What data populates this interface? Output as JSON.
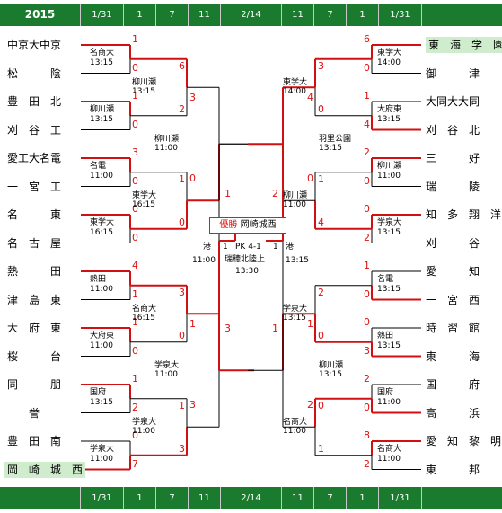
{
  "header": {
    "year": "2015",
    "dates": [
      "1/31",
      "1",
      "7",
      "11",
      "2/14",
      "11",
      "7",
      "1",
      "1/31"
    ]
  },
  "footer": {
    "dates": [
      "1/31",
      "1",
      "7",
      "11",
      "2/14",
      "11",
      "7",
      "1",
      "1/31"
    ]
  },
  "champion": {
    "prefix": "優勝",
    "team": "岡崎城西"
  },
  "final": {
    "pk": "PK 4-1",
    "venue": "瑞穂北陸上",
    "time": "13:30",
    "left_score": "1",
    "right_score": "1",
    "left_semi": {
      "venue": "港",
      "time": "11:00"
    },
    "right_semi": {
      "venue": "港",
      "time": "13:15"
    }
  },
  "left_teams": [
    "中京大中京",
    "松　　　陰",
    "豊　田　北",
    "刈　谷　工",
    "愛工大名電",
    "一　宮　工",
    "名　　　東",
    "名　古　屋",
    "熱　　　田",
    "津　島　東",
    "大　府　東",
    "桜　　　台",
    "同　　　朋",
    "　　誉",
    "豊　田　南",
    "岡　崎　城　西"
  ],
  "right_teams": [
    "東　海　学　園",
    "御　　　津",
    "大同大大同",
    "刈　谷　北",
    "三　　　好",
    "瑞　　　陵",
    "知　多　翔　洋",
    "刈　　　谷",
    "愛　　　知",
    "一　宮　西",
    "時　習　館",
    "東　　　海",
    "国　　　府",
    "高　　　浜",
    "愛　知　黎　明",
    "東　　　邦"
  ],
  "left_labels": [
    {
      "v": "名商大",
      "t": "13:15"
    },
    {
      "v": "柳川瀬",
      "t": "13:15"
    },
    {
      "v": "名電",
      "t": "11:00"
    },
    {
      "v": "東学大",
      "t": "16:15"
    },
    {
      "v": "熱田",
      "t": "11:00"
    },
    {
      "v": "大府東",
      "t": "11:00"
    },
    {
      "v": "国府",
      "t": "13:15"
    },
    {
      "v": "学泉大",
      "t": "11:00"
    },
    {
      "v": "柳川瀬",
      "t": "13:15"
    },
    {
      "v": "東学大",
      "t": "16:15"
    },
    {
      "v": "名商大",
      "t": "16:15"
    },
    {
      "v": "学泉大",
      "t": "11:00"
    },
    {
      "v": "柳川瀬",
      "t": "11:00"
    },
    {
      "v": "学泉大",
      "t": "11:00"
    }
  ],
  "right_labels": [
    {
      "v": "東学大",
      "t": "14:00"
    },
    {
      "v": "大府東",
      "t": "13:15"
    },
    {
      "v": "柳川瀬",
      "t": "11:00"
    },
    {
      "v": "学泉大",
      "t": "13:15"
    },
    {
      "v": "名電",
      "t": "13:15"
    },
    {
      "v": "熱田",
      "t": "13:15"
    },
    {
      "v": "国府",
      "t": "11:00"
    },
    {
      "v": "名商大",
      "t": "11:00"
    },
    {
      "v": "東学大",
      "t": "14:00"
    },
    {
      "v": "柳川瀬",
      "t": "11:00"
    },
    {
      "v": "学泉大",
      "t": "13:15"
    },
    {
      "v": "名商大",
      "t": "11:00"
    },
    {
      "v": "羽里公園",
      "t": "13:15"
    },
    {
      "v": "柳川瀬",
      "t": "13:15"
    }
  ],
  "left_scores": {
    "r1": [
      "1",
      "0",
      "1",
      "0",
      "3",
      "0",
      "0",
      "0",
      "4",
      "1",
      "1",
      "0",
      "1",
      "2",
      "0",
      "7"
    ],
    "r2": [
      "6",
      "2",
      "1",
      "0",
      "3",
      "0",
      "1",
      "3"
    ],
    "r3": [
      "3",
      "0",
      "1",
      "3"
    ],
    "r4": [
      "1",
      "3"
    ]
  },
  "right_scores": {
    "r1": [
      "6",
      "0",
      "1",
      "4",
      "2",
      "0",
      "0",
      "2",
      "1",
      "0",
      "0",
      "3",
      "2",
      "0",
      "8",
      "2"
    ],
    "r2": [
      "3",
      "0",
      "1",
      "4",
      "2",
      "0",
      "0",
      "1"
    ],
    "r3": [
      "4",
      "0",
      "1",
      "2"
    ],
    "r4": [
      "2",
      "1"
    ]
  },
  "colors": {
    "win": "#d11111",
    "line": "#000000",
    "bar": "#1a7a2e",
    "highlight": "#cfeccd"
  }
}
